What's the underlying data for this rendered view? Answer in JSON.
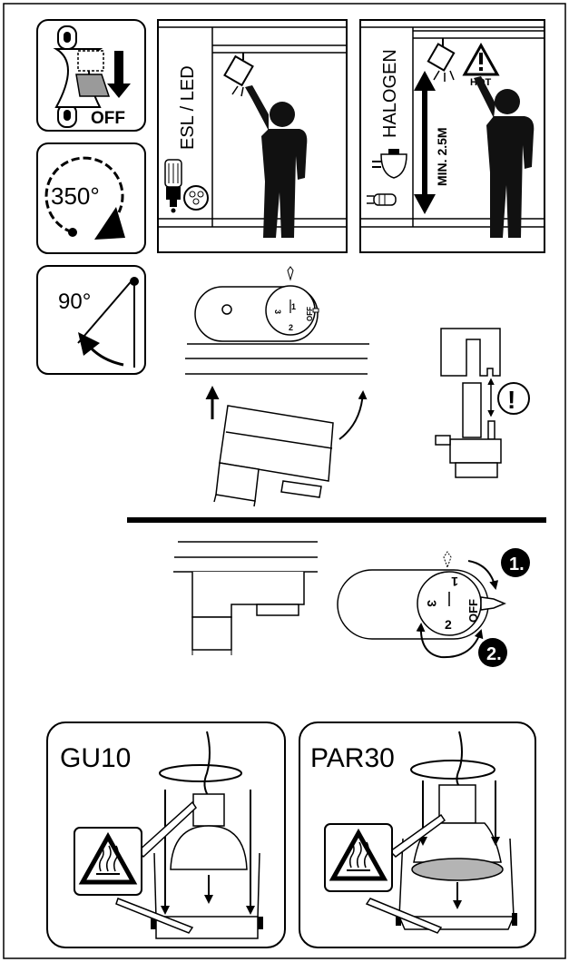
{
  "panels": {
    "switch_off": {
      "label": "OFF"
    },
    "rotation": {
      "label": "350°"
    },
    "tilt": {
      "label": "90°"
    },
    "esl": {
      "label": "ESL / LED"
    },
    "halogen": {
      "label": "HALOGEN",
      "distance": "MIN. 2.5M",
      "warning": "HOT"
    }
  },
  "adapter": {
    "dial_top": {
      "numbers": [
        "1",
        "3",
        "2"
      ],
      "off": "OFF"
    },
    "dial_bottom": {
      "numbers": [
        "1",
        "3",
        "2"
      ],
      "off": "OFF"
    },
    "attention": "!",
    "steps": [
      "1.",
      "2."
    ]
  },
  "lamps": [
    {
      "type": "GU10"
    },
    {
      "type": "PAR30"
    }
  ],
  "colors": {
    "ink": "#000000",
    "fill_dark": "#111111",
    "fill_grey": "#b4b4b4",
    "paper": "#ffffff"
  },
  "icons": [
    "switch-icon",
    "arrow-down-icon",
    "rotate-icon",
    "tilt-icon",
    "hot-warning-icon",
    "attention-icon"
  ]
}
